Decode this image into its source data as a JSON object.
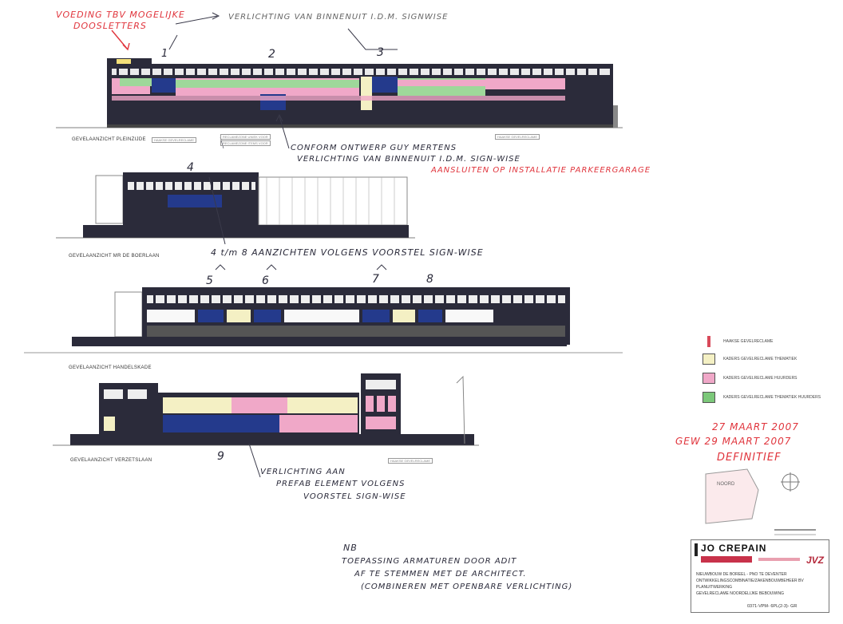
{
  "annotations": {
    "top_left_note_1": "VOEDING TBV MOGELIJKE",
    "top_left_note_2": "DOOSLETTERS",
    "top_note": "VERLICHTING VAN BINNENUIT I.D.M. SIGNWISE",
    "num_1": "1",
    "num_2": "2",
    "num_3": "3",
    "conform_1": "CONFORM ONTWERP GUY MERTENS",
    "conform_2": "VERLICHTING VAN BINNENUIT I.D.M. SIGN-WISE",
    "aansluiten": "AANSLUITEN OP INSTALLATIE PARKEERGARAGE",
    "num_4": "4",
    "aanzichten": "4 t/m 8 AANZICHTEN VOLGENS VOORSTEL SIGN-WISE",
    "num_5": "5",
    "num_6": "6",
    "num_7": "7",
    "num_8": "8",
    "num_9": "9",
    "prefab_1": "VERLICHTING AAN",
    "prefab_2": "PREFAB ELEMENT VOLGENS",
    "prefab_3": "VOORSTEL SIGN-WISE",
    "nb": "NB",
    "nb_1": "TOEPASSING ARMATUREN DOOR ADIT",
    "nb_2": "AF TE STEMMEN MET DE ARCHITECT.",
    "nb_3": "(COMBINEREN MET OPENBARE VERLICHTING)",
    "date_1": "27 MAART 2007",
    "date_2": "GEW 29 MAART 2007",
    "definitief": "DEFINITIEF"
  },
  "captions": {
    "elevation_1": "GEVELAANZICHT PLEINZIJDE",
    "elevation_2": "GEVELAANZICHT MR DE BOERLAAN",
    "elevation_3": "GEVELAANZICHT HANDELSKADE",
    "elevation_4": "GEVELAANZICHT VERZETSLAAN",
    "tag_haakse": "HAAKSE GEVELRECLAME",
    "tag_reclame_1": "RECLAMEZONE UNIEK VOOR",
    "tag_reclame_2": "RECLAMEZONE ITEMS VOOR",
    "tag_haakse_2": "HAAKSE GEVELRECLAME",
    "tag_haakse_3": "HAAKSE GEVELRECLAME",
    "compass": "NOORD"
  },
  "legend": [
    {
      "label": "HAAKSE GEVELRECLAME",
      "color": "#d84a5a",
      "kind": "bar"
    },
    {
      "label": "KADERS GEVELRECLAME THEMATIEK",
      "color": "#f4f0c4",
      "kind": "box"
    },
    {
      "label": "KADERS GEVELRECLAME HUURDERS",
      "color": "#f0a8c8",
      "kind": "box"
    },
    {
      "label": "KADERS GEVELRECLAME THEMATIEK HUURDERS",
      "color": "#7cc87a",
      "kind": "box"
    }
  ],
  "title_block": {
    "brand": "JO CREPAIN",
    "partner": "JVZ",
    "line_1": "NIEUWBOUW DE BOREEL - PNO TE DEVENTER",
    "line_2": "ONTWIKKELINGSCOMBINATIE/ZAKENBOUWBEHEER BV",
    "line_3": "PLANUITWERKING",
    "line_4": "GEVELRECLAME NOORDELIJKE BEBOUWING",
    "code": "0371-VPM-  6PL(2-3)- GR"
  },
  "colors": {
    "annotation_red": "#e0343c",
    "facade_dark": "#2b2b3a",
    "window_blue": "#243a8c",
    "pink": "#f0a8c8",
    "green": "#9ed89a",
    "cream": "#f4f0c4"
  }
}
